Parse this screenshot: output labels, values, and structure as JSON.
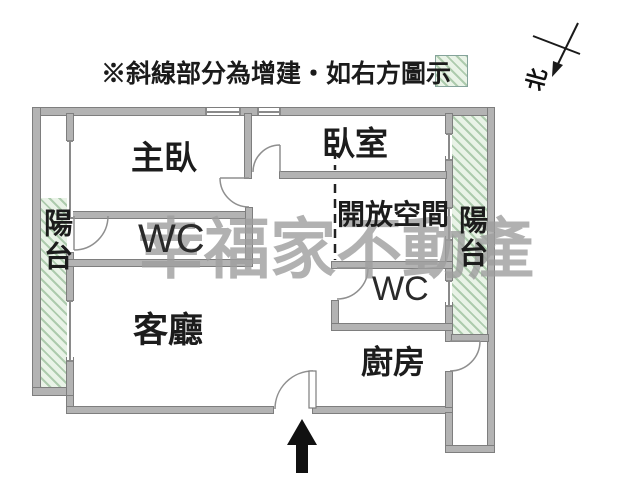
{
  "note": {
    "text": "※斜線部分為增建‧如右方圖示"
  },
  "compass": {
    "label": "北"
  },
  "watermark": {
    "text": "幸福家不動產"
  },
  "rooms": [
    {
      "id": "master-bedroom",
      "label": "主臥"
    },
    {
      "id": "bedroom",
      "label": "臥室"
    },
    {
      "id": "balcony-left",
      "label": "陽台"
    },
    {
      "id": "wc-1",
      "label": "WC"
    },
    {
      "id": "open-space",
      "label": "開放空間"
    },
    {
      "id": "balcony-right",
      "label": "陽台"
    },
    {
      "id": "wc-2",
      "label": "WC"
    },
    {
      "id": "living-room",
      "label": "客廳"
    },
    {
      "id": "kitchen",
      "label": "廚房"
    }
  ],
  "legend": {
    "hatch_meaning": "斜線部分為增建"
  },
  "colors": {
    "wall_fill": "#b3b3b3",
    "wall_edge": "#7e7e7e",
    "hatch_bg": "#e9f3e7",
    "hatch_line": "#adcbad",
    "watermark_color": "#9e9e9e",
    "label_color": "#1c1c1c",
    "arrow_color": "#111111"
  }
}
